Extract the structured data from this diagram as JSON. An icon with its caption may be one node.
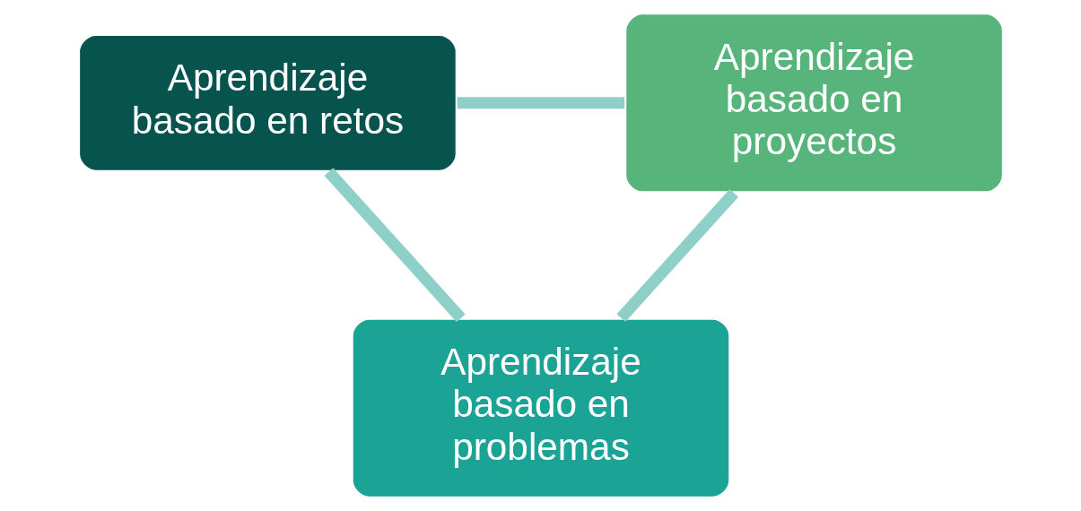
{
  "diagram": {
    "nodes": [
      {
        "text": [
          "Aprendizaje basado en retos"
        ]
      },
      {
        "text": [
          "Aprendizaje basado en proyectos"
        ]
      },
      {
        "text": [
          "Aprendizaje basado en problemas"
        ]
      }
    ],
    "edges": [
      {
        "from": 0,
        "to": 1,
        "arrow": "none"
      },
      {
        "from": 1,
        "to": 2,
        "arrow": "none"
      },
      {
        "from": 2,
        "to": 0,
        "arrow": "none"
      }
    ]
  }
}
